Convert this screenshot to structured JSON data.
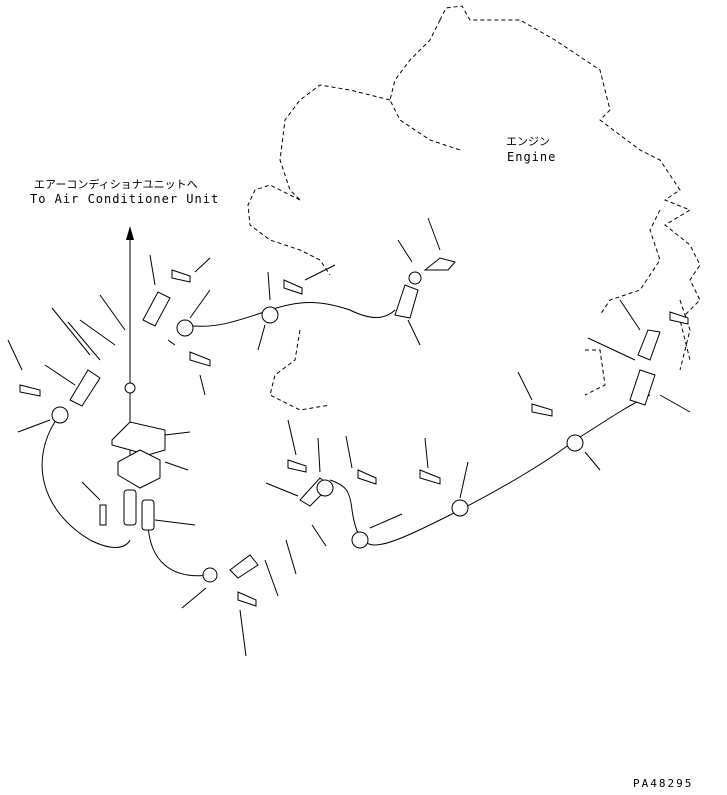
{
  "labels": {
    "to_ac_jp": "エアーコンディショナユニットへ",
    "to_ac_en": "To Air Conditioner Unit",
    "engine_jp": "エンジン",
    "engine_en": "Engine",
    "drawing_code": "PA48295"
  }
}
